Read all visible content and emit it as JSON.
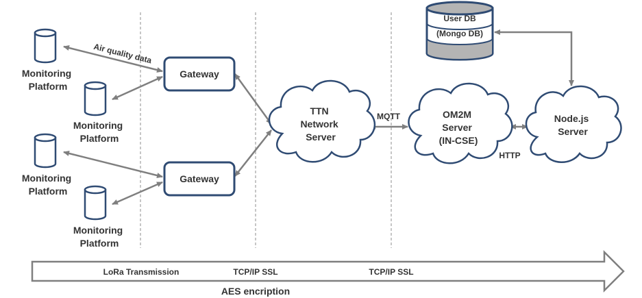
{
  "nodes": {
    "platform_1": "Monitoring Platform",
    "platform_2": "Monitoring Platform",
    "platform_3": "Monitoring Platform",
    "platform_4": "Monitoring Platform",
    "gateway_1": "Gateway",
    "gateway_2": "Gateway",
    "ttn_server": [
      "TTN",
      "Network",
      "Server"
    ],
    "om2m_server": [
      "OM2M",
      "Server",
      "(IN-CSE)"
    ],
    "nodejs_server": [
      "Node.js",
      "Server"
    ],
    "user_db": [
      "User DB",
      "(Mongo DB)"
    ]
  },
  "monitoring_platform_lines": [
    "Monitoring",
    "Platform"
  ],
  "edges": {
    "air_quality": "Air quality data",
    "mqtt": "MQTT",
    "http": "HTTP"
  },
  "band": {
    "lora": "LoRa Transmission",
    "tcp_ip_1": "TCP/IP SSL",
    "tcp_ip_2": "TCP/IP SSL",
    "aes": "AES encription"
  }
}
